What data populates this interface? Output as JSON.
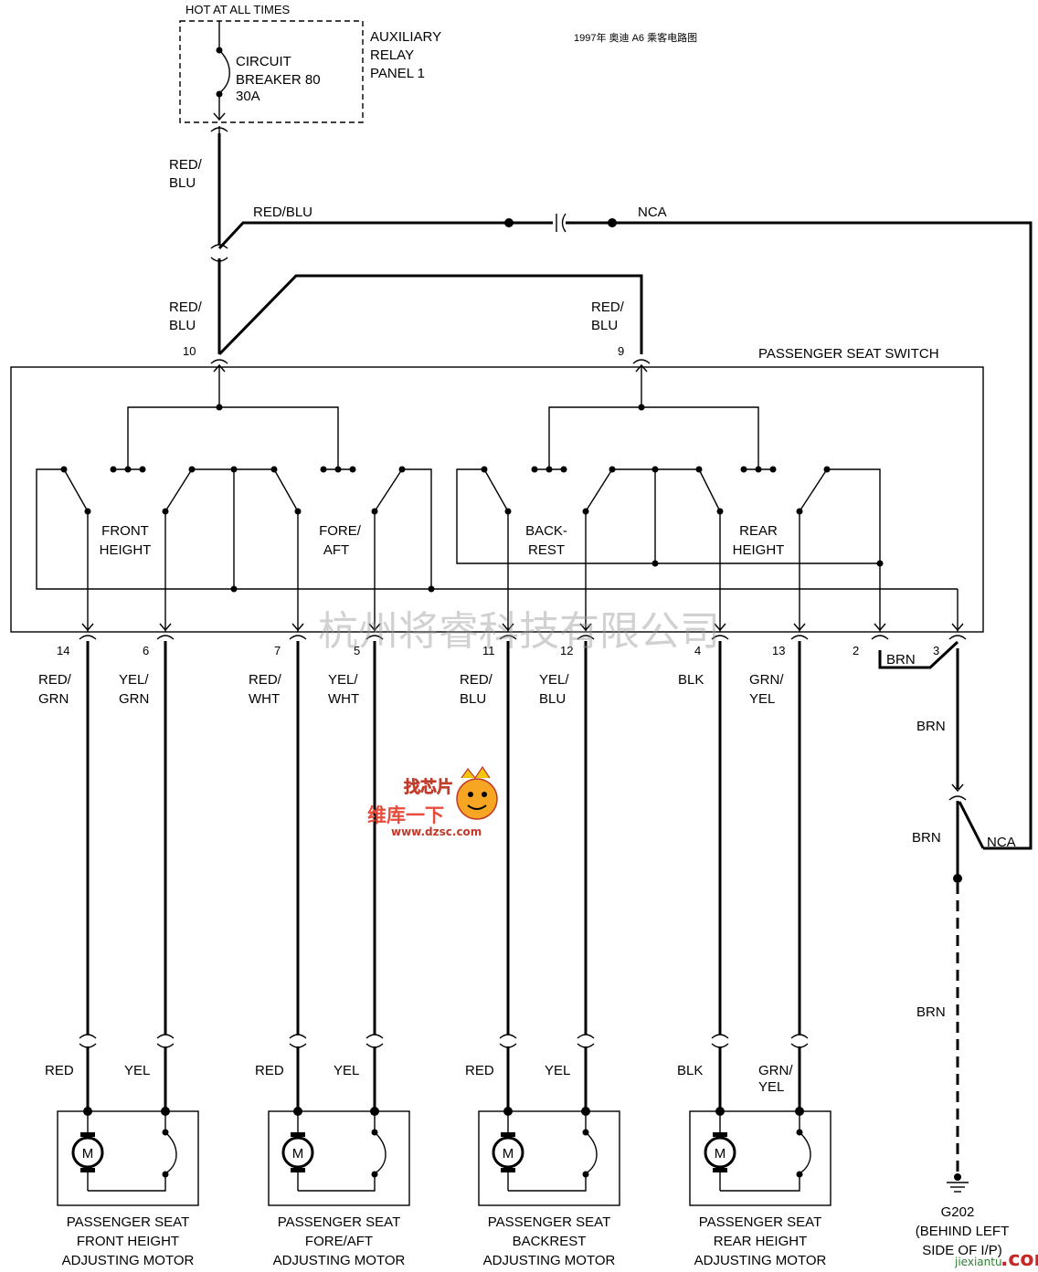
{
  "header": {
    "hot_at_all_times": "HOT AT ALL TIMES",
    "doc_title": "1997年 奥迪 A6 乘客电路图"
  },
  "relay_panel": {
    "circuit_breaker_lines": [
      "CIRCUIT",
      "BREAKER 80",
      "30A"
    ],
    "panel_lines": [
      "AUXILIARY",
      "RELAY",
      "PANEL 1"
    ]
  },
  "feed_wires": {
    "top_label_lines": [
      "RED/",
      "BLU"
    ],
    "branch_label": "RED/BLU",
    "nca_top": "NCA",
    "pin10_label_lines": [
      "RED/",
      "BLU"
    ],
    "pin9_label_lines": [
      "RED/",
      "BLU"
    ],
    "pin10": "10",
    "pin9": "9"
  },
  "switch_box": {
    "title": "PASSENGER SEAT SWITCH",
    "sections": [
      {
        "lines": [
          "FRONT",
          "HEIGHT"
        ]
      },
      {
        "lines": [
          "FORE/",
          "AFT"
        ]
      },
      {
        "lines": [
          "BACK-",
          "REST"
        ]
      },
      {
        "lines": [
          "REAR",
          "HEIGHT"
        ]
      }
    ]
  },
  "pins": [
    {
      "pin": "14",
      "color_lines": [
        "RED/",
        "GRN"
      ]
    },
    {
      "pin": "6",
      "color_lines": [
        "YEL/",
        "GRN"
      ]
    },
    {
      "pin": "7",
      "color_lines": [
        "RED/",
        "WHT"
      ]
    },
    {
      "pin": "5",
      "color_lines": [
        "YEL/",
        "WHT"
      ]
    },
    {
      "pin": "11",
      "color_lines": [
        "RED/",
        "BLU"
      ]
    },
    {
      "pin": "12",
      "color_lines": [
        "YEL/",
        "BLU"
      ]
    },
    {
      "pin": "4",
      "color_lines": [
        "BLK",
        ""
      ]
    },
    {
      "pin": "13",
      "color_lines": [
        "GRN/",
        "YEL"
      ]
    },
    {
      "pin": "2",
      "color_lines": [
        "",
        ""
      ]
    },
    {
      "pin": "3",
      "color_lines": [
        "",
        ""
      ]
    }
  ],
  "ground_path": {
    "brn_jumper": "BRN",
    "brn_1": "BRN",
    "brn_2": "BRN",
    "nca_bottom": "NCA",
    "brn_3": "BRN",
    "ground_lines": [
      "G202",
      "(BEHIND LEFT",
      "SIDE OF I/P)"
    ]
  },
  "motor_leads": [
    {
      "left": "RED",
      "right_lines": [
        "YEL",
        ""
      ]
    },
    {
      "left": "RED",
      "right_lines": [
        "YEL",
        ""
      ]
    },
    {
      "left": "RED",
      "right_lines": [
        "YEL",
        ""
      ]
    },
    {
      "left": "BLK",
      "right_lines": [
        "GRN/",
        "YEL"
      ]
    }
  ],
  "motors": [
    {
      "symbol": "M",
      "lines": [
        "PASSENGER SEAT",
        "FRONT HEIGHT",
        "ADJUSTING MOTOR"
      ]
    },
    {
      "symbol": "M",
      "lines": [
        "PASSENGER SEAT",
        "FORE/AFT",
        "ADJUSTING MOTOR"
      ]
    },
    {
      "symbol": "M",
      "lines": [
        "PASSENGER SEAT",
        "BACKREST",
        "ADJUSTING MOTOR"
      ]
    },
    {
      "symbol": "M",
      "lines": [
        "PASSENGER SEAT",
        "REAR HEIGHT",
        "ADJUSTING MOTOR"
      ]
    }
  ],
  "watermarks": {
    "company": "杭州将睿科技有限公司",
    "logo_top": "找芯片",
    "logo_mid": "维库一下",
    "logo_url": "www.dzsc.com",
    "corner_url": "jiexiantu",
    "corner_com": ".com"
  }
}
